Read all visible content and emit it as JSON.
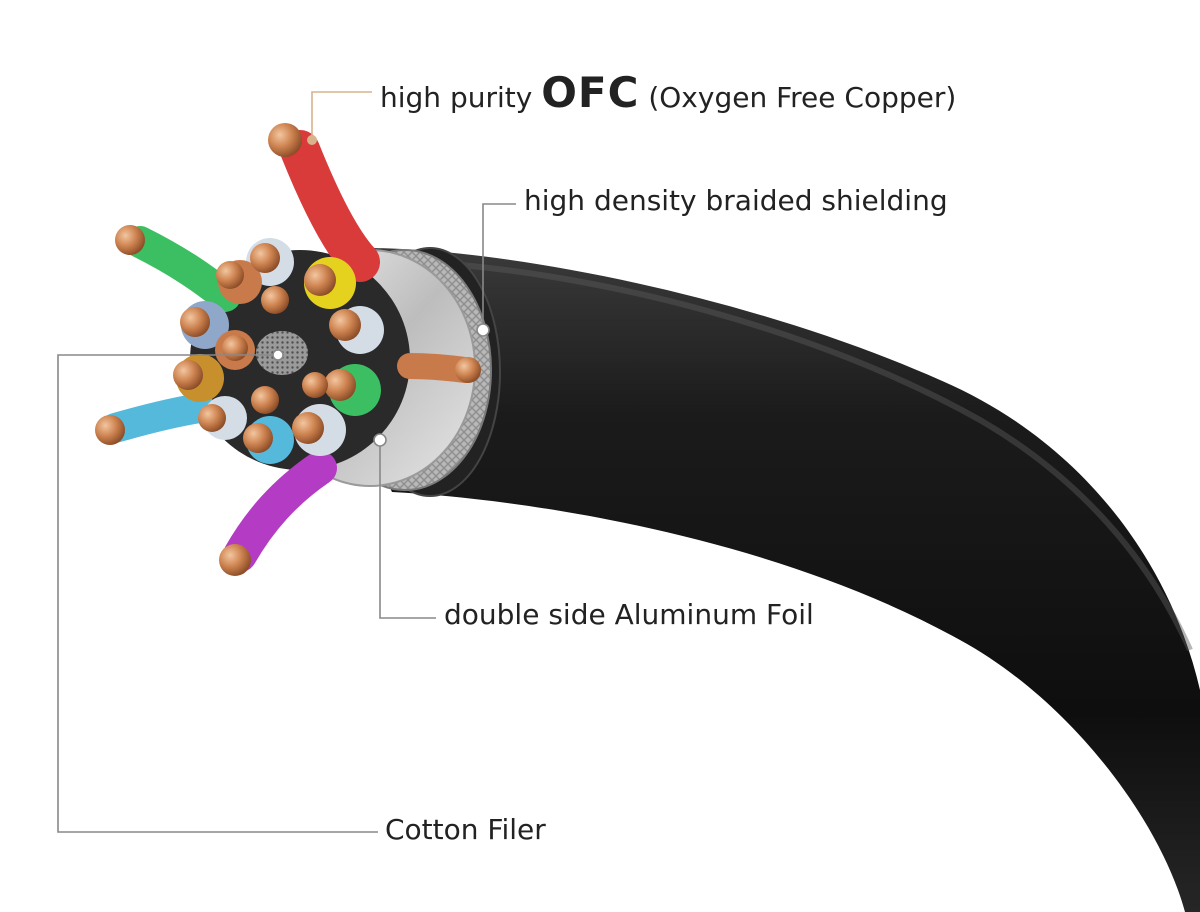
{
  "labels": {
    "ofc": {
      "prefix": "high purity ",
      "strong": "OFC",
      "suffix": " (Oxygen Free Copper)"
    },
    "braided_shielding": "high density braided shielding",
    "aluminum_foil": "double side Aluminum Foil",
    "cotton_filler": "Cotton Filer"
  },
  "colors": {
    "leader_ofc": "#d9b38c",
    "leader_gray": "#888888",
    "jacket": "#151515",
    "copper": "#c97a4a",
    "foil": "#d8d8d8"
  },
  "wire_colors": [
    "#d93a3a",
    "#3bbf62",
    "#e5d21f",
    "#55b9dc",
    "#b43cc4",
    "#d4dde6",
    "#c8902d",
    "#8fa7c9"
  ]
}
